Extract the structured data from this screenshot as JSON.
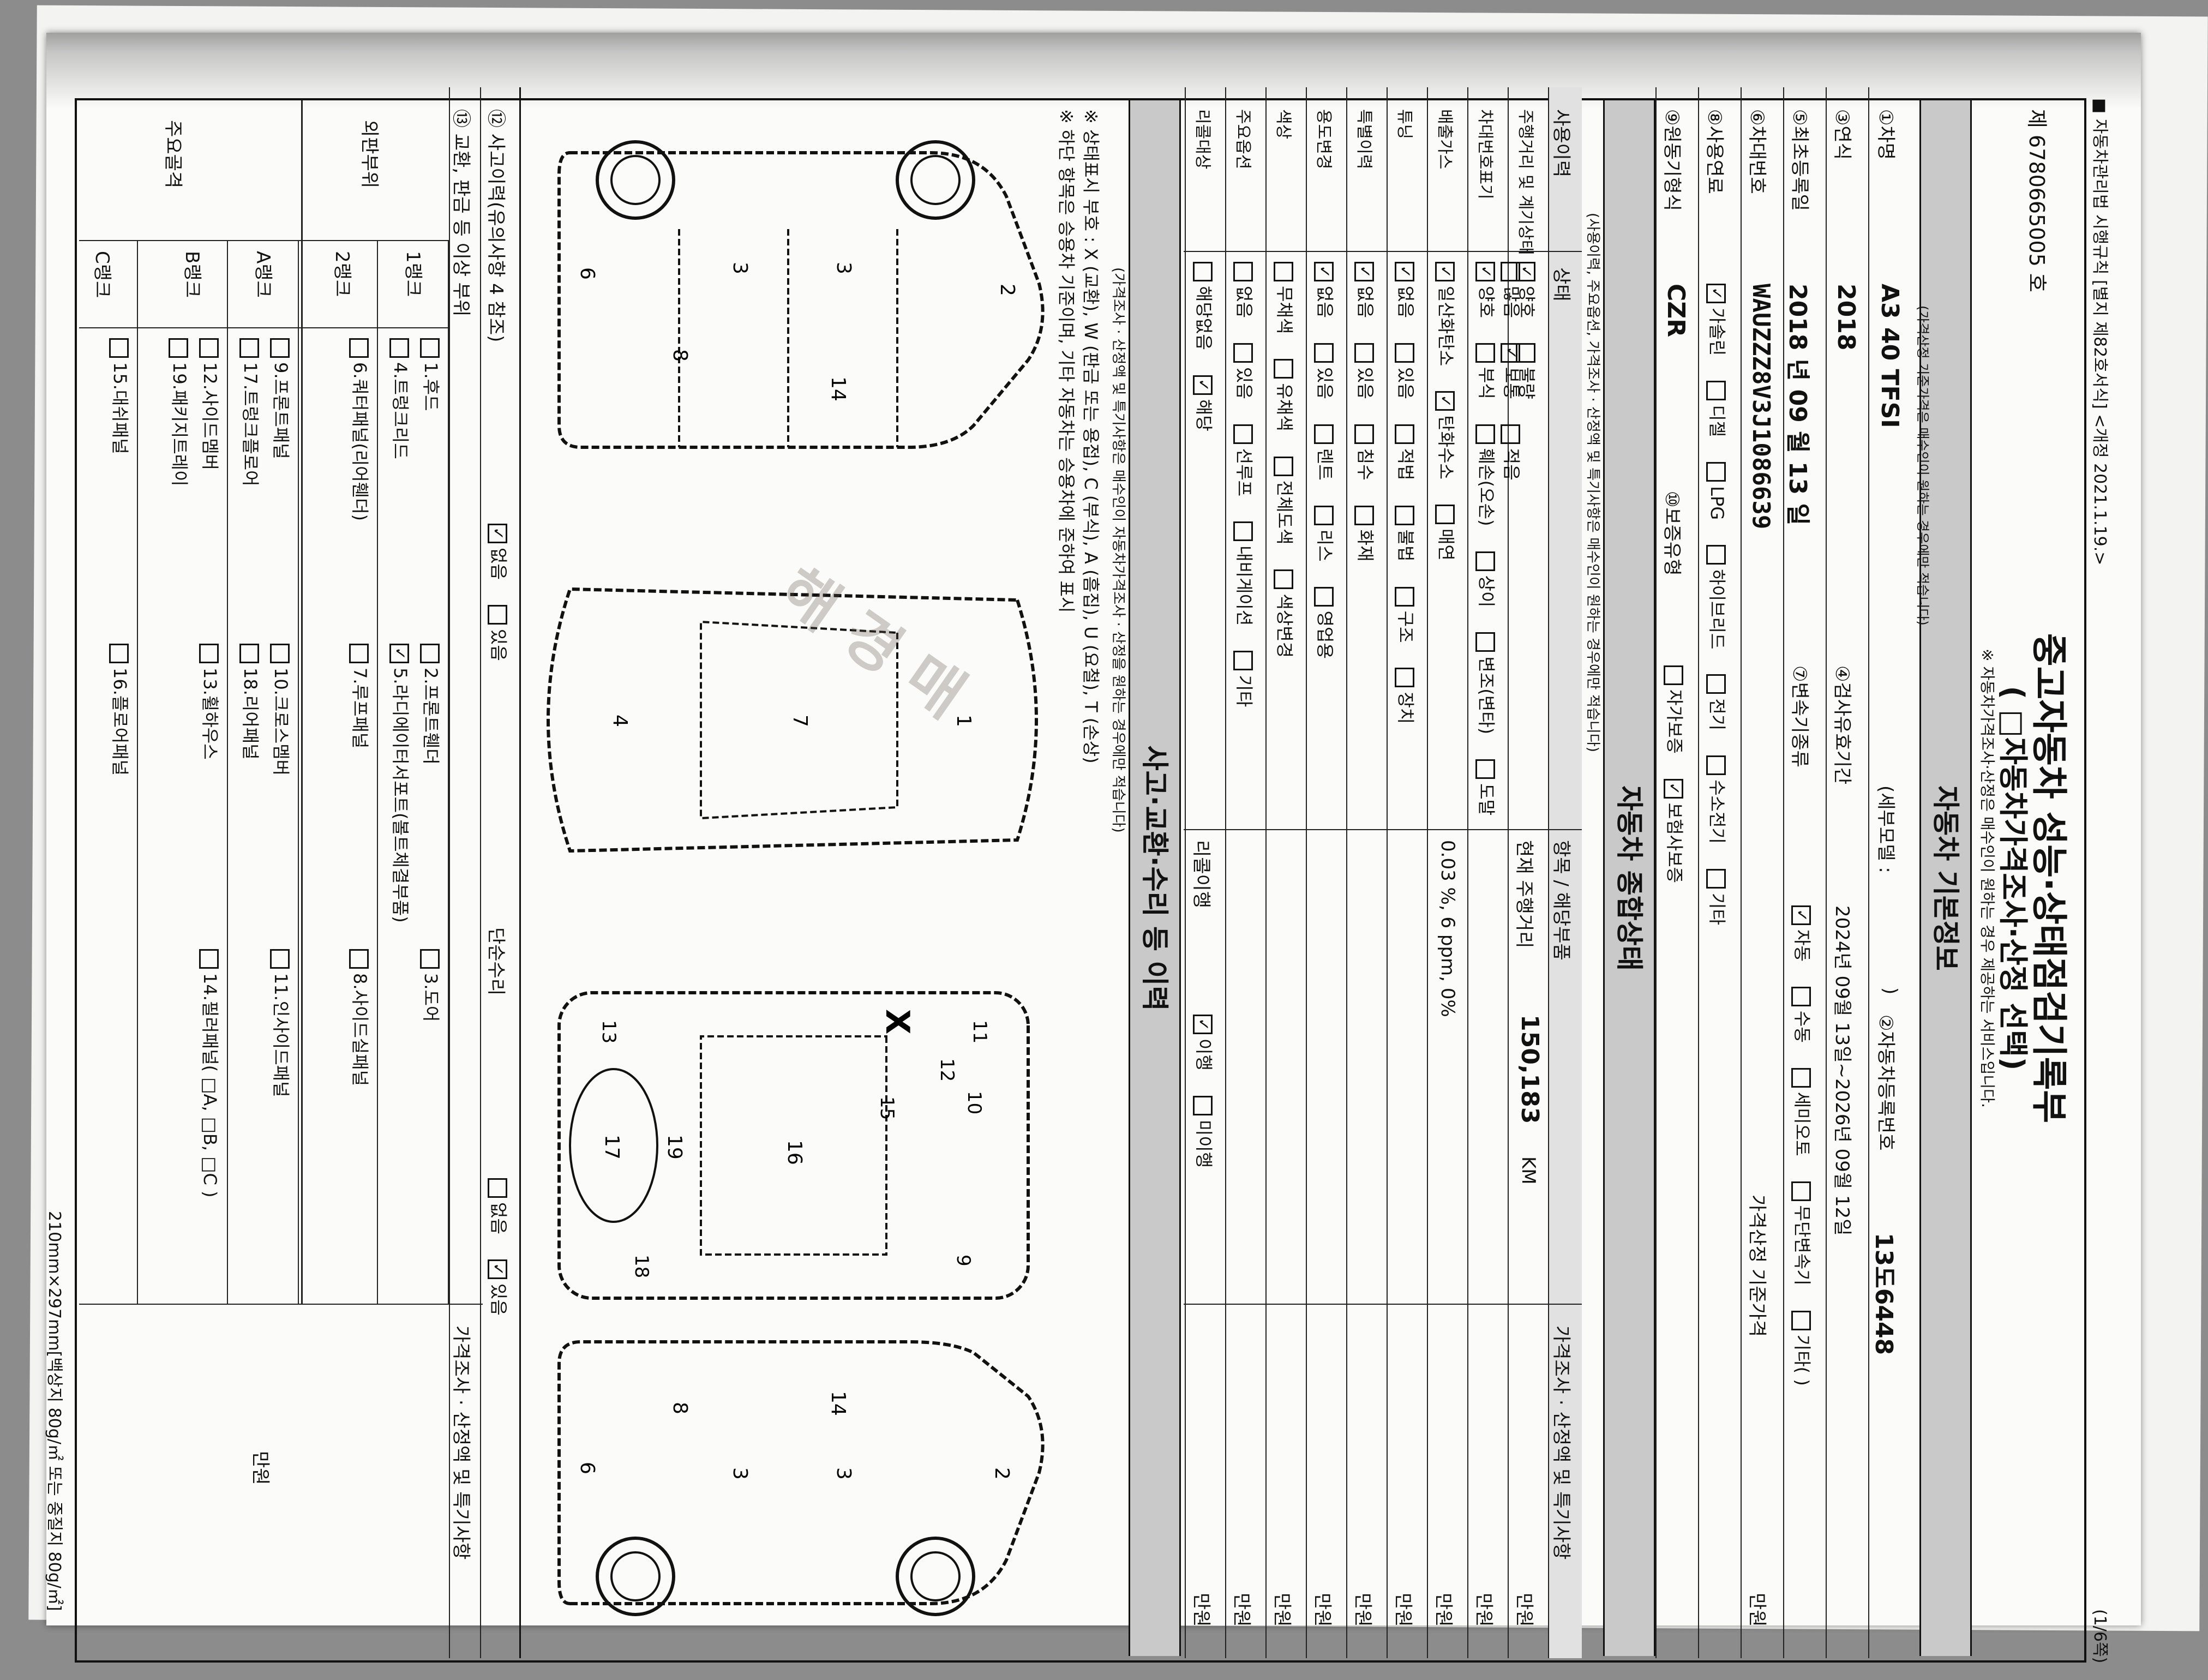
{
  "header": {
    "form_note": "■ 자동차관리법 시행규칙 [별지 제82호서식] <개정 2021.1.19.>",
    "page_number": "(1/6쪽)",
    "title_line1": "중고자동차 성능·상태점검기록부",
    "title_line2": "( □자동차가격조사·산정 선택)",
    "subtitle_note": "※ 자동차가격조사·산정은 매수인이 원하는 경우 제공하는 서비스입니다.",
    "doc_number": "제 6780665005 호",
    "pricing_note": "(가격산정 기준가격은 매수인이 원하는 경우에만 적습니다)"
  },
  "basic_info": {
    "section_title": "자동차 기본정보",
    "car_name_label": "①차명",
    "car_name": "A3 40 TFSI",
    "detail_model_label": "(세부모델 :",
    "detail_model_value": ")",
    "reg_no_label": "②자동차등록번호",
    "reg_no": "13도6448",
    "year_label": "③연식",
    "year": "2018",
    "inspection_period_label": "④검사유효기간",
    "inspection_period": "2024년 09월 13일~2026년 09월 12일",
    "first_reg_label": "⑤최초등록일",
    "first_reg": "2018 년 09 월 13 일",
    "transmission_label": "⑦변속기종류",
    "transmission_options": [
      {
        "label": "자동",
        "checked": true
      },
      {
        "label": "수동",
        "checked": false
      },
      {
        "label": "세미오토",
        "checked": false
      },
      {
        "label": "무단변속기",
        "checked": false
      },
      {
        "label": "기타( )",
        "checked": false
      }
    ],
    "vin_label": "⑥차대번호",
    "vin": "WAUZZZ8V3J1086639",
    "fuel_label": "⑧사용연료",
    "fuel_options": [
      {
        "label": "가솔린",
        "checked": true
      },
      {
        "label": "디젤",
        "checked": false
      },
      {
        "label": "LPG",
        "checked": false
      },
      {
        "label": "하이브리드",
        "checked": false
      },
      {
        "label": "전기",
        "checked": false
      },
      {
        "label": "수소전기",
        "checked": false
      },
      {
        "label": "기타",
        "checked": false
      }
    ],
    "motor_label": "⑨원동기형식",
    "motor": "CZR",
    "warranty_label": "⑩보증유형",
    "warranty_options": [
      {
        "label": "자가보증",
        "checked": false
      },
      {
        "label": "보험사보증",
        "checked": true
      }
    ],
    "base_price_label": "가격산정 기준가격",
    "base_price_unit": "만원"
  },
  "overall": {
    "section_title": "자동차 종합상태",
    "section_note": "(사용이력, 주요옵션, 가격조사 · 산정액 및 특기사항은 매수인이 원하는 경우에만 적습니다)",
    "col_items": "사용이력",
    "col_status": "상태",
    "col_detail": "항목 / 해당부품",
    "col_price": "가격조사 · 산정액 및 특기사항",
    "price_unit": "만원",
    "rows": [
      {
        "label": "주행거리 및 계기상태",
        "opts": [
          {
            "label": "양호",
            "checked": true
          },
          {
            "label": "불량",
            "checked": false
          }
        ],
        "sub": [
          {
            "label": "많음",
            "checked": false
          },
          {
            "label": "보통",
            "checked": true
          },
          {
            "label": "적음",
            "checked": false
          }
        ],
        "detail": "현재 주행거리",
        "mileage": "150,183",
        "mileage_unit": "KM"
      },
      {
        "label": "차대번호표기",
        "opts": [
          {
            "label": "양호",
            "checked": true
          },
          {
            "label": "부식",
            "checked": false
          },
          {
            "label": "훼손(오손)",
            "checked": false
          },
          {
            "label": "상이",
            "checked": false
          },
          {
            "label": "변조(변타)",
            "checked": false
          },
          {
            "label": "도말",
            "checked": false
          }
        ]
      },
      {
        "label": "배출가스",
        "opts": [
          {
            "label": "일산화탄소",
            "checked": true
          },
          {
            "label": "탄화수소",
            "checked": true
          },
          {
            "label": "매연",
            "checked": false
          }
        ],
        "detail": "0.03 %,    6 ppm,    0%"
      },
      {
        "label": "튜닝",
        "opts": [
          {
            "label": "없음",
            "checked": true
          },
          {
            "label": "있음",
            "checked": false
          },
          {
            "label": "적법",
            "checked": false
          },
          {
            "label": "불법",
            "checked": false
          },
          {
            "label": "구조",
            "checked": false
          },
          {
            "label": "장치",
            "checked": false
          }
        ]
      },
      {
        "label": "특별이력",
        "opts": [
          {
            "label": "없음",
            "checked": true
          },
          {
            "label": "있음",
            "checked": false
          },
          {
            "label": "침수",
            "checked": false
          },
          {
            "label": "화재",
            "checked": false
          }
        ]
      },
      {
        "label": "용도변경",
        "opts": [
          {
            "label": "없음",
            "checked": true
          },
          {
            "label": "있음",
            "checked": false
          },
          {
            "label": "렌트",
            "checked": false
          },
          {
            "label": "리스",
            "checked": false
          },
          {
            "label": "영업용",
            "checked": false
          }
        ]
      },
      {
        "label": "색상",
        "opts": [
          {
            "label": "무채색",
            "checked": false
          },
          {
            "label": "유채색",
            "checked": false
          },
          {
            "label": "전체도색",
            "checked": false
          },
          {
            "label": "색상변경",
            "checked": false
          }
        ]
      },
      {
        "label": "주요옵션",
        "opts": [
          {
            "label": "없음",
            "checked": false
          },
          {
            "label": "있음",
            "checked": false
          },
          {
            "label": "선루프",
            "checked": false
          },
          {
            "label": "내비게이션",
            "checked": false
          },
          {
            "label": "기타",
            "checked": false
          }
        ]
      },
      {
        "label": "리콜대상",
        "opts": [
          {
            "label": "해당없음",
            "checked": false
          },
          {
            "label": "해당",
            "checked": true
          }
        ],
        "detail": "리콜이행",
        "sub": [
          {
            "label": "이행",
            "checked": true
          },
          {
            "label": "미이행",
            "checked": false
          }
        ]
      }
    ]
  },
  "accident": {
    "section_title": "사고·교환·수리 등 이력",
    "section_note": "(가격조사 · 산정액 및 특기사항은 매수인이 자동차가격조사 · 산정을 원하는 경우에만 적습니다)",
    "legend": "※ 상태표시 부호 : X (교환), W (판금 또는 용접), C (부식), A (흠집), U (요철), T (손상)",
    "legend2": "※ 하단 항목은 승용차 기준이며, 기타 자동차는 승용차에 준하여 표시",
    "mark_x": "X",
    "accident_label": "⑫ 사고이력(유의사항 4 참조)",
    "accident_opts": [
      {
        "label": "없음",
        "checked": true
      },
      {
        "label": "있음",
        "checked": false
      }
    ],
    "repair_label": "단순수리",
    "repair_opts": [
      {
        "label": "없음",
        "checked": false
      },
      {
        "label": "있음",
        "checked": true
      }
    ],
    "replace_label": "⑬ 교환, 판금 등 이상 부위",
    "outer_label": "외판부위",
    "frame_label": "주요골격",
    "rank1": "1랭크",
    "rank1_items": [
      {
        "label": "1.후드",
        "checked": false
      },
      {
        "label": "2.프론트휀더",
        "checked": false
      },
      {
        "label": "3.도어",
        "checked": false
      },
      {
        "label": "4.트렁크리드",
        "checked": false
      },
      {
        "label": "5.라디에이터서포트(볼트체결부품)",
        "checked": true
      }
    ],
    "rank2": "2랭크",
    "rank2_items": [
      {
        "label": "6.쿼터패널(리어휀더)",
        "checked": false
      },
      {
        "label": "7.루프패널",
        "checked": false
      },
      {
        "label": "8.사이드실패널",
        "checked": false
      }
    ],
    "rankA": "A랭크",
    "rankA_items": [
      {
        "label": "9.프론트패널",
        "checked": false
      },
      {
        "label": "10.크로스멤버",
        "checked": false
      },
      {
        "label": "11.인사이드패널",
        "checked": false
      },
      {
        "label": "17.트렁크플로어",
        "checked": false
      },
      {
        "label": "18.리어패널",
        "checked": false
      }
    ],
    "rankB": "B랭크",
    "rankB_items": [
      {
        "label": "12.사이드멤버",
        "checked": false
      },
      {
        "label": "13.휠하우스",
        "checked": false
      },
      {
        "label": "14.필러패널( □A, □B, □C )",
        "checked": false
      },
      {
        "label": "19.패키지트레이",
        "checked": false
      }
    ],
    "rankC": "C랭크",
    "rankC_items": [
      {
        "label": "15.대쉬패널",
        "checked": false
      },
      {
        "label": "16.플로어패널",
        "checked": false
      }
    ],
    "price_unit": "만원"
  },
  "footer": {
    "paper_size": "210mm×297mm[백상지 80g/㎡ 또는 중질지 80g/㎡]"
  },
  "stamp": {
    "text": "해 경 매"
  },
  "colors": {
    "paper": "#fbfbfa",
    "ink": "#111111",
    "header_grey": "#c9c9c9",
    "background": "#8c8c8c"
  }
}
